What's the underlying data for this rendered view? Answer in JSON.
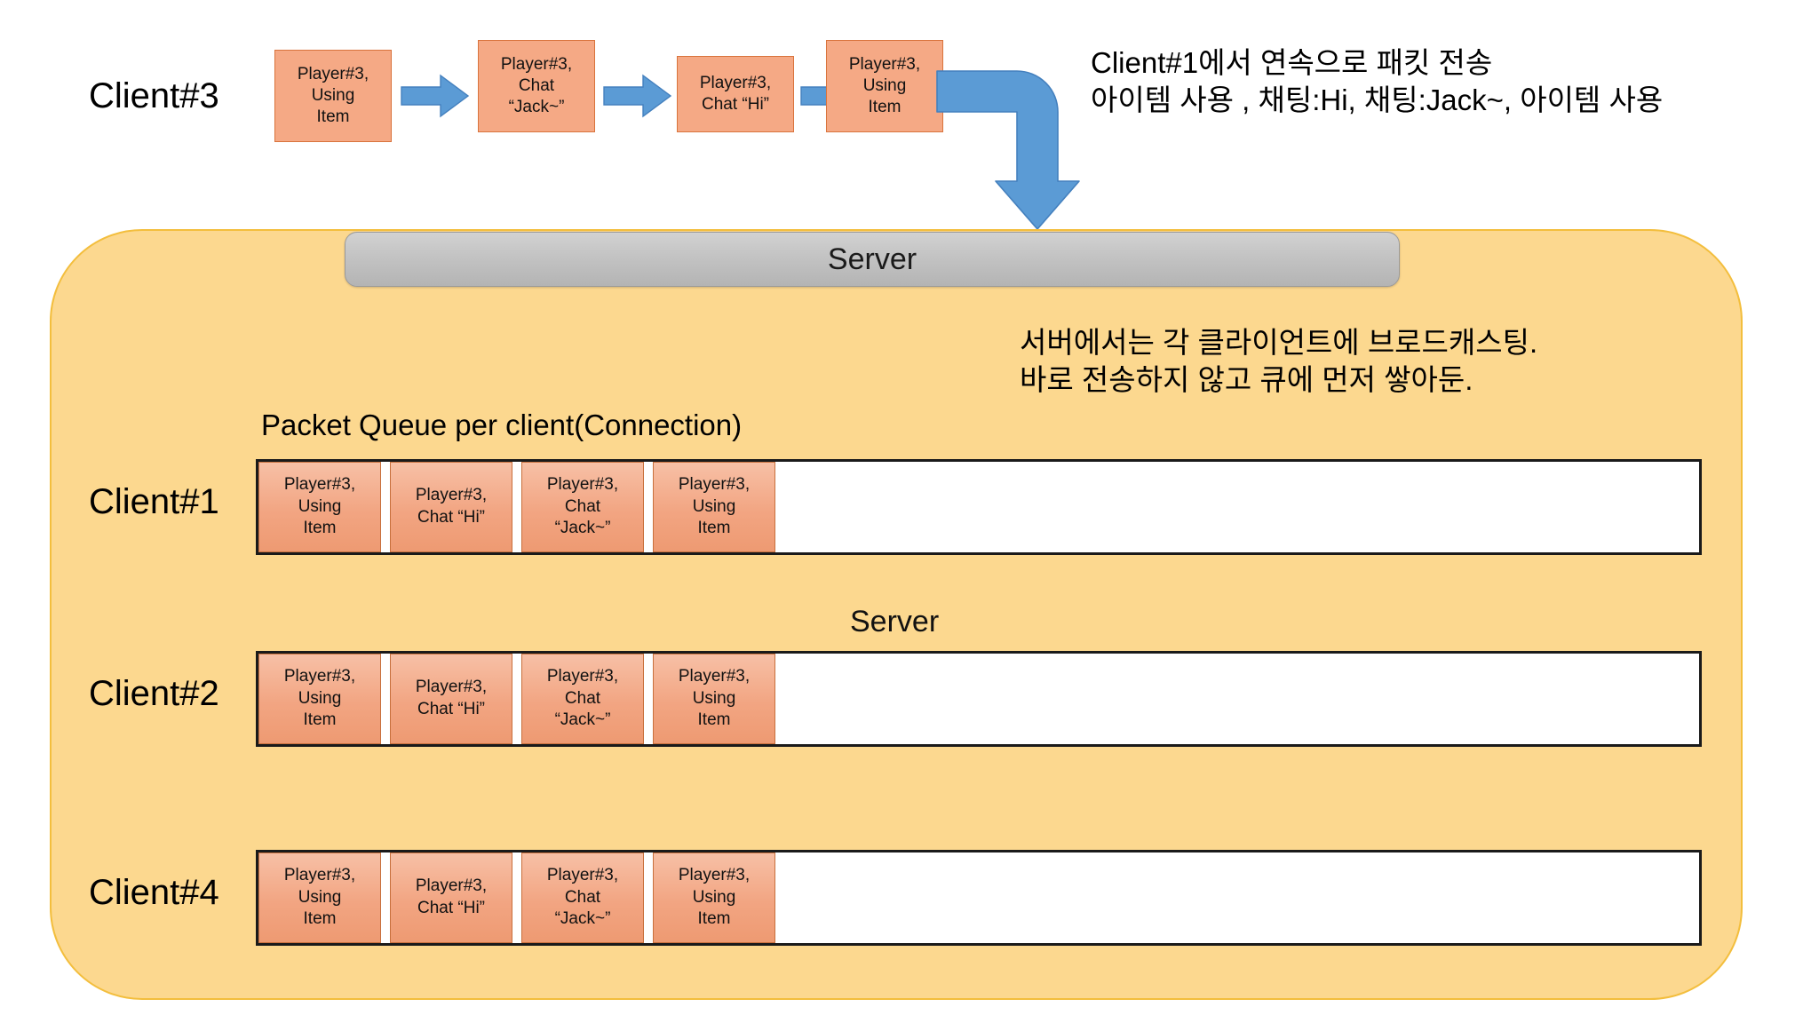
{
  "top_flow": {
    "client_label": "Client#3",
    "packets": [
      {
        "lines": "Player#3,\nUsing\nItem"
      },
      {
        "lines": "Player#3,\nChat\n“Jack~”"
      },
      {
        "lines": "Player#3,\nChat “Hi”"
      },
      {
        "lines": "Player#3,\nUsing\nItem"
      }
    ],
    "arrow_icon": "arrow-right-icon",
    "elbow_arrow_icon": "elbow-arrow-down-icon",
    "note": "Client#1에서 연속으로 패킷 전송\n아이템 사용 , 채팅:Hi, 채팅:Jack~, 아이템 사용"
  },
  "server_bar": {
    "label": "Server"
  },
  "panel": {
    "broadcast_note": "서버에서는 각 클라이언트에 브로드캐스팅.\n바로 전송하지 않고 큐에 먼저 쌓아둔.",
    "queue_heading": "Packet Queue per client(Connection)",
    "inner_server_label": "Server",
    "rows": [
      {
        "client": "Client#1",
        "packets": [
          {
            "lines": "Player#3,\nUsing\nItem"
          },
          {
            "lines": "Player#3,\nChat “Hi”"
          },
          {
            "lines": "Player#3,\nChat\n“Jack~”"
          },
          {
            "lines": "Player#3,\nUsing\nItem"
          }
        ]
      },
      {
        "client": "Client#2",
        "packets": [
          {
            "lines": "Player#3,\nUsing\nItem"
          },
          {
            "lines": "Player#3,\nChat “Hi”"
          },
          {
            "lines": "Player#3,\nChat\n“Jack~”"
          },
          {
            "lines": "Player#3,\nUsing\nItem"
          }
        ]
      },
      {
        "client": "Client#4",
        "packets": [
          {
            "lines": "Player#3,\nUsing\nItem"
          },
          {
            "lines": "Player#3,\nChat “Hi”"
          },
          {
            "lines": "Player#3,\nChat\n“Jack~”"
          },
          {
            "lines": "Player#3,\nUsing\nItem"
          }
        ]
      }
    ]
  },
  "colors": {
    "panel_fill": "#FCD88F",
    "panel_border": "#F3BE3D",
    "packet_fill": "#F5A985",
    "packet_border": "#D9733C",
    "arrow_blue": "#5B9BD5",
    "arrow_blue_border": "#4480BE",
    "server_gray": "#C6C6C6",
    "queue_border": "#1a1a1a"
  }
}
